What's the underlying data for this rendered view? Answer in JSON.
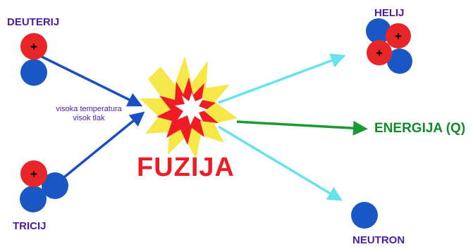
{
  "labels": {
    "deuterij": "DEUTERIJ",
    "tricij": "TRICIJ",
    "helij": "HELIJ",
    "neutron": "NEUTRON",
    "energija": "ENERGIJA (Q)",
    "fuzija": "FUZIJA",
    "condition_1": "visoka temperatura",
    "condition_2": "visok tlak",
    "proton_sign": "+"
  },
  "colors": {
    "proton": "#e8262a",
    "neutron": "#1a56c4",
    "reactant_arrow": "#1a4fc4",
    "product_arrow": "#66e3ee",
    "energy_arrow": "#1a9a30",
    "burst_outer": "#f7e84a",
    "burst_inner": "#ee1c24"
  }
}
